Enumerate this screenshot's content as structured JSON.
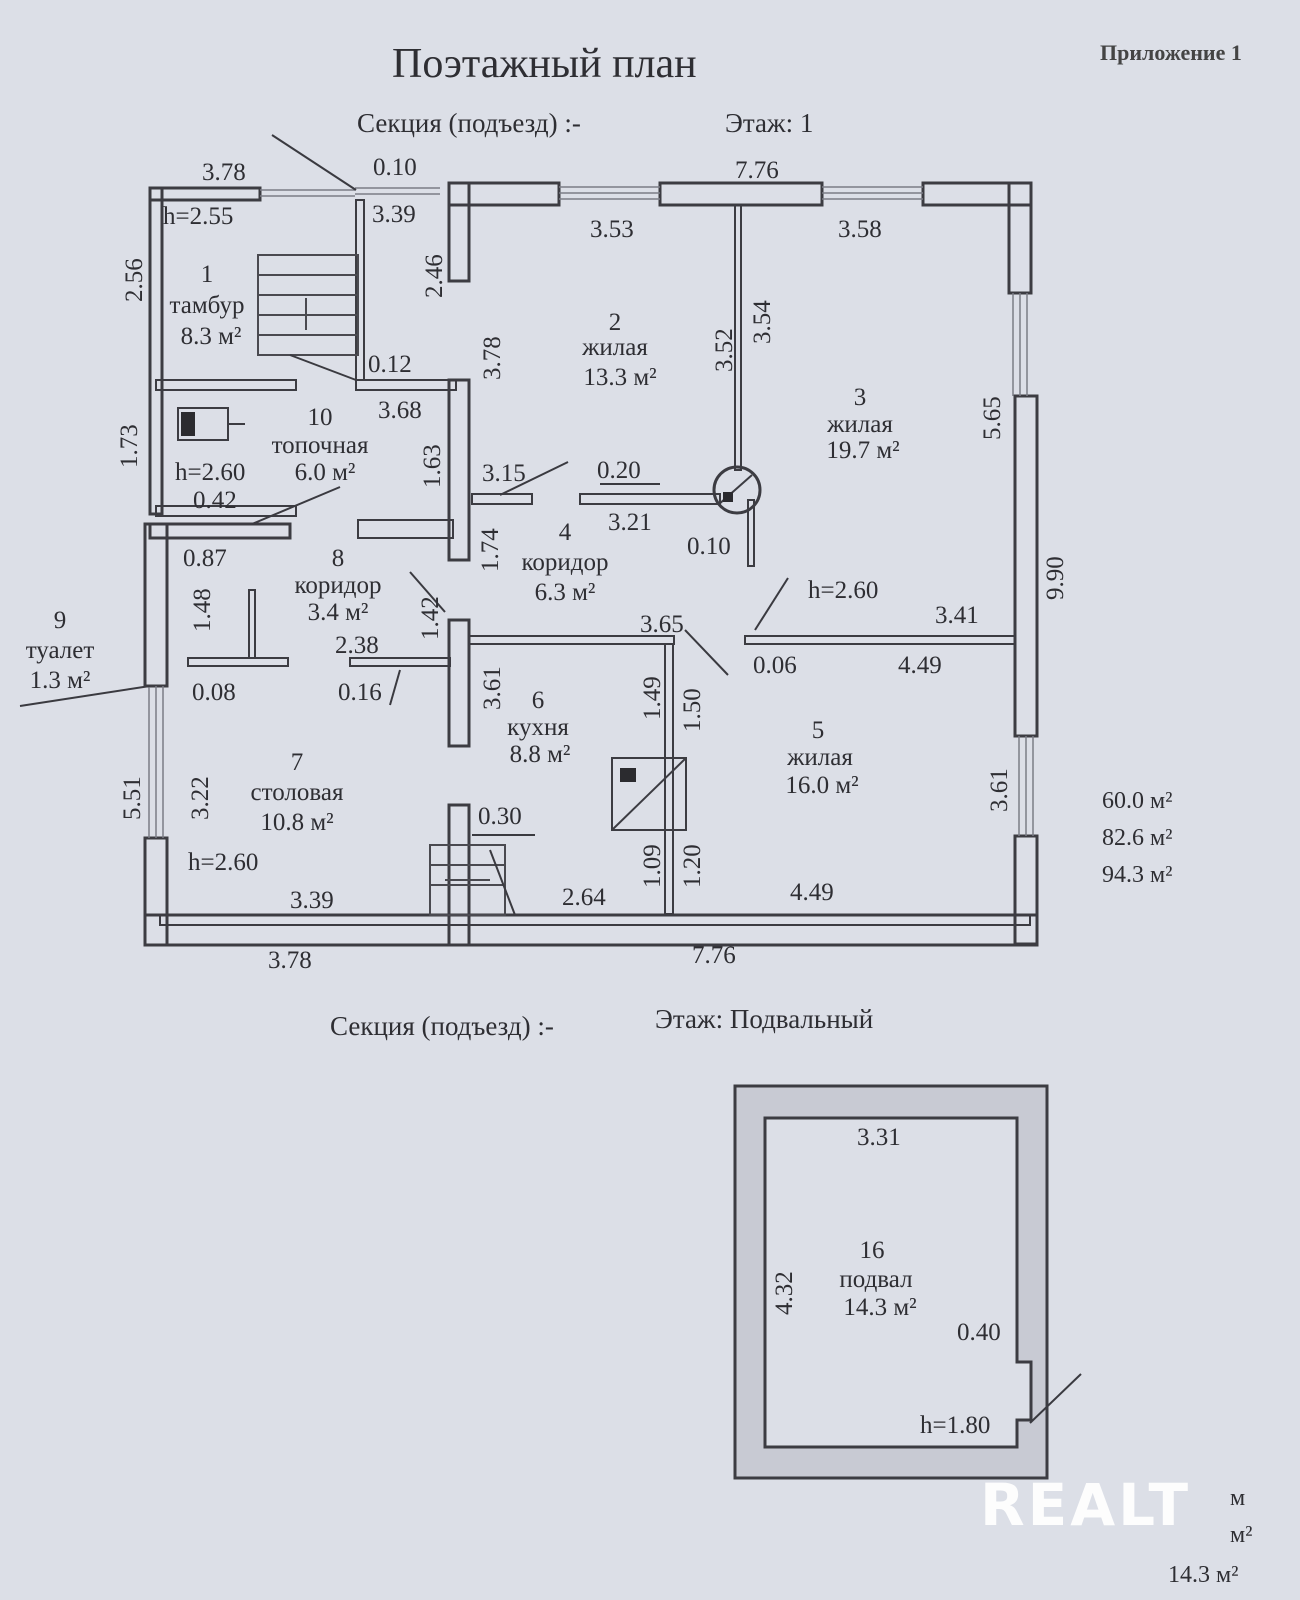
{
  "title": "Поэтажный план",
  "appendix": "Приложение 1",
  "floor1": {
    "section_label": "Секция (подъезд) :-",
    "floor_label": "Этаж: 1"
  },
  "basement": {
    "section_label": "Секция (подъезд) :-",
    "floor_label": "Этаж: Подвальный"
  },
  "rooms": [
    {
      "num": "1",
      "name": "тамбур",
      "area": "8.3 м²"
    },
    {
      "num": "2",
      "name": "жилая",
      "area": "13.3 м²"
    },
    {
      "num": "3",
      "name": "жилая",
      "area": "19.7 м²"
    },
    {
      "num": "4",
      "name": "коридор",
      "area": "6.3 м²"
    },
    {
      "num": "5",
      "name": "жилая",
      "area": "16.0 м²"
    },
    {
      "num": "6",
      "name": "кухня",
      "area": "8.8 м²"
    },
    {
      "num": "7",
      "name": "столовая",
      "area": "10.8 м²"
    },
    {
      "num": "8",
      "name": "коридор",
      "area": "3.4 м²"
    },
    {
      "num": "9",
      "name": "туалет",
      "area": "1.3 м²"
    },
    {
      "num": "10",
      "name": "топочная",
      "area": "6.0 м²"
    },
    {
      "num": "16",
      "name": "подвал",
      "area": "14.3 м²"
    }
  ],
  "heights": {
    "h1": "h=2.55",
    "h2": "h=2.60",
    "h3": "h=2.60",
    "h4": "h=2.60",
    "h5": "h=1.80"
  },
  "dims": {
    "d_3_78_top": "3.78",
    "d_0_10_top": "0.10",
    "d_7_76_top": "7.76",
    "d_3_39_a": "3.39",
    "d_3_53": "3.53",
    "d_3_58": "3.58",
    "d_2_56": "2.56",
    "d_2_46": "2.46",
    "d_3_78_v": "3.78",
    "d_3_52": "3.52",
    "d_3_54": "3.54",
    "d_0_12": "0.12",
    "d_3_68": "3.68",
    "d_5_65": "5.65",
    "d_1_73": "1.73",
    "d_1_63": "1.63",
    "d_0_42": "0.42",
    "d_3_15": "3.15",
    "d_0_20": "0.20",
    "d_3_21": "3.21",
    "d_0_87": "0.87",
    "d_1_74": "1.74",
    "d_0_10_b": "0.10",
    "d_9_90": "9.90",
    "d_1_48": "1.48",
    "d_1_42": "1.42",
    "d_3_65": "3.65",
    "d_3_41": "3.41",
    "d_2_38": "2.38",
    "d_0_06": "0.06",
    "d_4_49_a": "4.49",
    "d_0_08": "0.08",
    "d_0_16": "0.16",
    "d_3_61_a": "3.61",
    "d_1_49": "1.49",
    "d_1_50": "1.50",
    "d_5_51": "5.51",
    "d_3_22": "3.22",
    "d_3_61_b": "3.61",
    "d_0_30": "0.30",
    "d_1_09": "1.09",
    "d_1_20": "1.20",
    "d_3_39_b": "3.39",
    "d_2_64": "2.64",
    "d_4_49_b": "4.49",
    "d_3_78_bot": "3.78",
    "d_7_76_bot": "7.76",
    "d_3_31": "3.31",
    "d_4_32": "4.32",
    "d_0_40": "0.40"
  },
  "totals": [
    "60.0 м²",
    "82.6 м²",
    "94.3 м²"
  ],
  "basement_totals": [
    "м",
    "м²",
    "14.3 м²"
  ],
  "watermark": "REALT"
}
